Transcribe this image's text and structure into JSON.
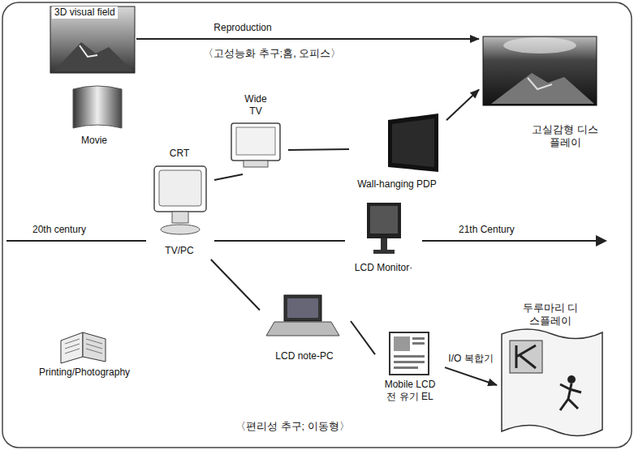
{
  "diagram": {
    "nodes": [
      {
        "text": [
          "3D visual field"
        ]
      },
      {
        "text": [
          "고실감형 디스플레이"
        ]
      },
      {
        "text": [
          "Wide TV"
        ]
      },
      {
        "text": [
          "Wall-hanging PDP"
        ]
      },
      {
        "text": [
          "CRT",
          "TV/PC"
        ]
      },
      {
        "text": [
          "LCD Monitor·"
        ]
      },
      {
        "text": [
          "LCD note-PC"
        ]
      },
      {
        "text": [
          "Mobile LCD 전 유기 EL"
        ]
      },
      {
        "text": [
          "두루마리 디스플레이"
        ]
      }
    ],
    "edges": [
      {
        "from": 0,
        "to": 1,
        "label": "Reproduction",
        "arrow": "to"
      },
      {
        "from": 4,
        "to": 2,
        "arrow": "none"
      },
      {
        "from": 2,
        "to": 3,
        "arrow": "none"
      },
      {
        "from": 3,
        "to": 1,
        "arrow": "to"
      },
      {
        "from": 4,
        "to": 5,
        "arrow": "none"
      },
      {
        "from": 4,
        "to": 6,
        "arrow": "none"
      },
      {
        "from": 6,
        "to": 7,
        "arrow": "none"
      },
      {
        "from": 7,
        "to": 8,
        "label": "I/O 복합기",
        "arrow": "to"
      }
    ],
    "labels": [
      "〈고성능화 추구;홈, 오피스〉",
      "Movie",
      "20th century",
      "21th Century",
      "Printing/Photography",
      "〈편리성 추구; 이동형〉"
    ]
  }
}
